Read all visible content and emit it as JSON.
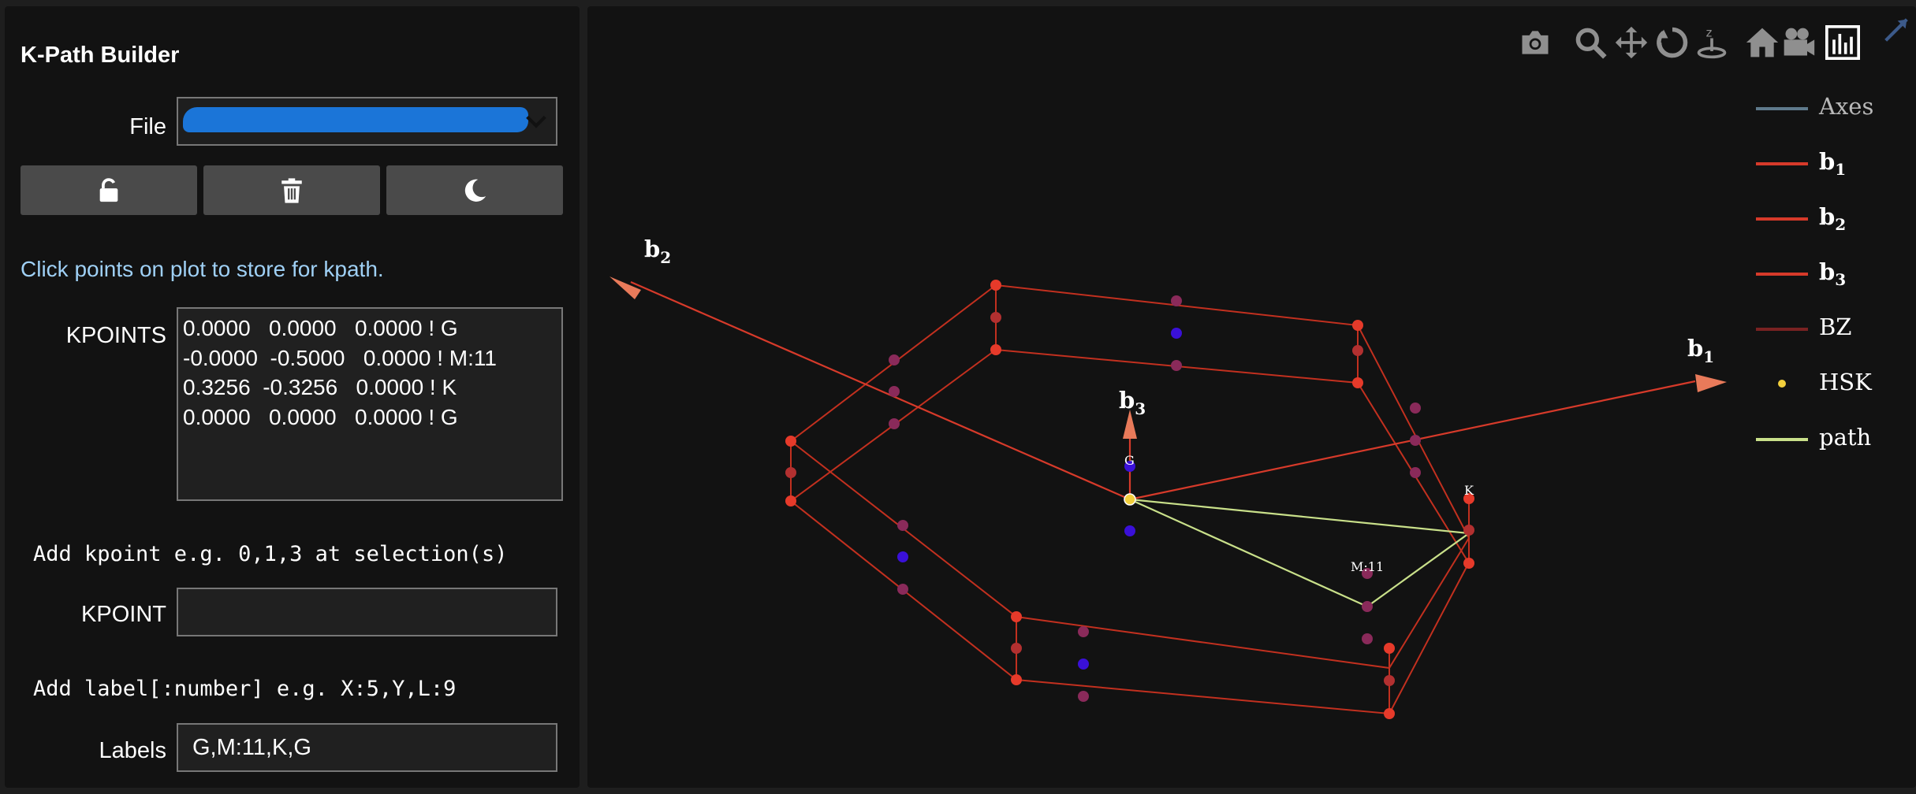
{
  "app": {
    "title": "K-Path Builder"
  },
  "file": {
    "label": "File",
    "selected_value": ""
  },
  "toolbar": {
    "buttons": [
      {
        "name": "unlock-button",
        "icon": "unlock-icon"
      },
      {
        "name": "delete-button",
        "icon": "trash-icon"
      },
      {
        "name": "theme-toggle-button",
        "icon": "moon-icon"
      }
    ]
  },
  "hint": "Click points on plot to store for kpath.",
  "kpoints": {
    "label": "KPOINTS",
    "text": "0.0000   0.0000   0.0000 ! G\n-0.0000  -0.5000   0.0000 ! M:11\n0.3256  -0.3256   0.0000 ! K\n0.0000   0.0000   0.0000 ! G"
  },
  "add_kpoint": {
    "instruction": "Add kpoint e.g. 0,1,3 at selection(s)",
    "label": "KPOINT",
    "value": ""
  },
  "add_label": {
    "instruction": "Add label[:number] e.g. X:5,Y,L:9",
    "label": "Labels",
    "value": "G,M:11,K,G"
  },
  "modebar": [
    "camera-icon",
    "zoom-icon",
    "pan-icon",
    "orbit-rotation-icon",
    "turntable-rotation-icon",
    "reset-camera-home-icon",
    "reset-camera-last-save-icon",
    "plotly-logo-icon"
  ],
  "plot": {
    "axis_labels": {
      "b1": "b",
      "b1_sub": "1",
      "b2": "b",
      "b2_sub": "2",
      "b3": "b",
      "b3_sub": "3"
    },
    "point_labels": {
      "gamma": "G",
      "m": "M:11",
      "k": "K"
    },
    "colors": {
      "background": "#121212",
      "axes": "#5f7a8c",
      "b_vectors": "#d63a2a",
      "bz": "#7a2222",
      "hsk": "#f2cf3c",
      "path": "#c9e08a",
      "bz_vertex": "#e63a2a",
      "bz_mid": "#8a2a5a",
      "inner_point": "#3a10d8"
    }
  },
  "legend": [
    {
      "label": "Axes",
      "sub": "",
      "kind": "line",
      "color": "#5f7a8c"
    },
    {
      "label": "b",
      "sub": "1",
      "kind": "line",
      "color": "#d63a2a"
    },
    {
      "label": "b",
      "sub": "2",
      "kind": "line",
      "color": "#d63a2a"
    },
    {
      "label": "b",
      "sub": "3",
      "kind": "line",
      "color": "#d63a2a"
    },
    {
      "label": "BZ",
      "sub": "",
      "kind": "line",
      "color": "#7a2222"
    },
    {
      "label": "HSK",
      "sub": "",
      "kind": "dot",
      "color": "#f2cf3c"
    },
    {
      "label": "path",
      "sub": "",
      "kind": "line",
      "color": "#c9e08a"
    }
  ]
}
